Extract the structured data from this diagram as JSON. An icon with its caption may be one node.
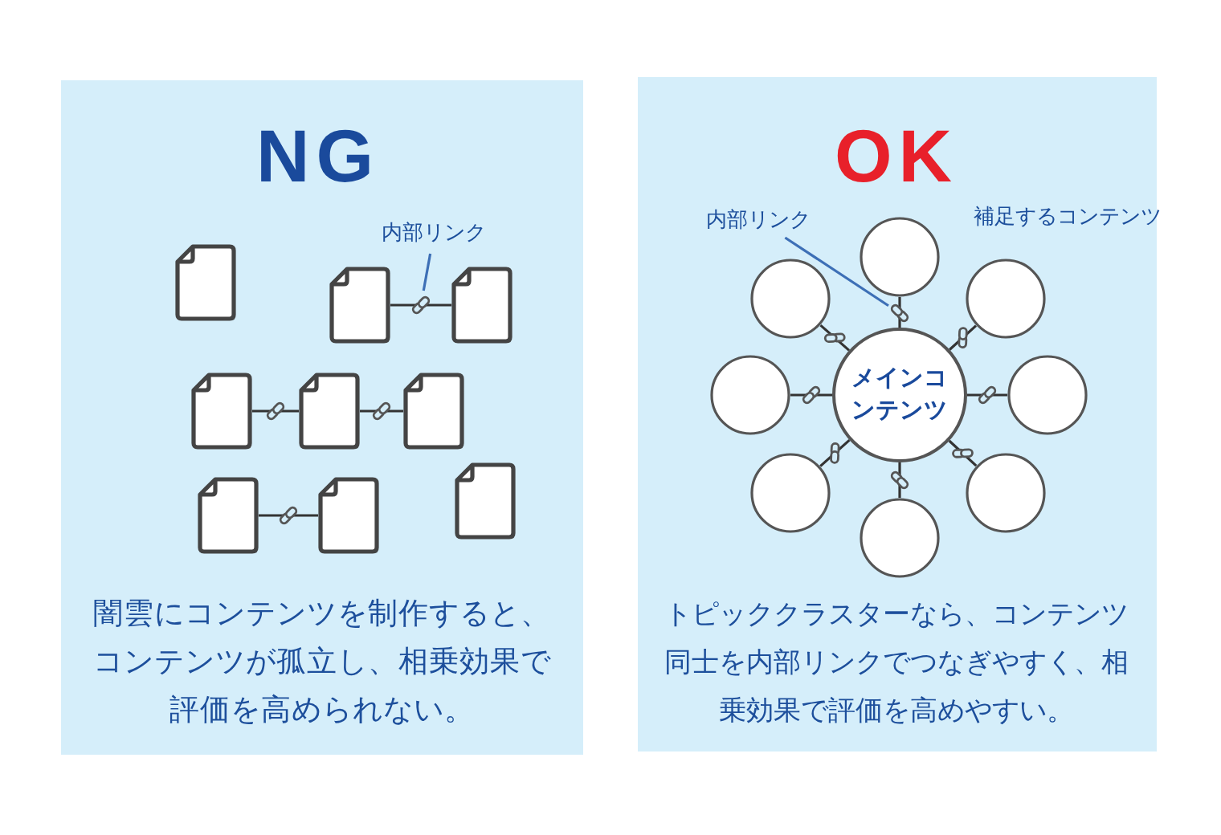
{
  "diagram": {
    "nodes": [
      {
        "text": [
          "NG",
          "闇雲にコンテンツを制作すると、コンテンツが孤立し、相乗効果で評価を高められない。"
        ]
      },
      {
        "text": [
          "内部リンク"
        ],
        "in": 0
      },
      {
        "text": [],
        "shape": "document",
        "in": 0
      },
      {
        "text": [],
        "shape": "document",
        "in": 0
      },
      {
        "text": [],
        "shape": "document",
        "in": 0
      },
      {
        "text": [],
        "shape": "document",
        "in": 0
      },
      {
        "text": [],
        "shape": "document",
        "in": 0
      },
      {
        "text": [],
        "shape": "document",
        "in": 0
      },
      {
        "text": [],
        "shape": "document",
        "in": 0
      },
      {
        "text": [],
        "shape": "document",
        "in": 0
      },
      {
        "text": [],
        "shape": "document",
        "in": 0
      },
      {
        "text": [
          "OK",
          "トピッククラスターなら、コンテンツ同士を内部リンクでつなぎやすく、相乗効果で評価を高めやすい。"
        ]
      },
      {
        "text": [
          "内部リンク"
        ],
        "in": 11
      },
      {
        "text": [
          "補足するコンテンツ"
        ],
        "in": 11
      },
      {
        "text": [
          "メインコンテンツ"
        ],
        "in": 11
      },
      {
        "text": [],
        "shape": "circle",
        "in": 11
      },
      {
        "text": [],
        "shape": "circle",
        "in": 11
      },
      {
        "text": [],
        "shape": "circle",
        "in": 11
      },
      {
        "text": [],
        "shape": "circle",
        "in": 11
      },
      {
        "text": [],
        "shape": "circle",
        "in": 11
      },
      {
        "text": [],
        "shape": "circle",
        "in": 11
      },
      {
        "text": [],
        "shape": "circle",
        "in": 11
      },
      {
        "text": [],
        "shape": "circle",
        "in": 11
      },
      {
        "text": [],
        "shape": "link",
        "in": 0
      },
      {
        "text": [],
        "shape": "link",
        "in": 11
      }
    ],
    "edges": [
      {
        "from": 3,
        "to": 4,
        "arrow": "none"
      },
      {
        "from": 5,
        "to": 6,
        "arrow": "none"
      },
      {
        "from": 6,
        "to": 7,
        "arrow": "none"
      },
      {
        "from": 8,
        "to": 9,
        "arrow": "none"
      },
      {
        "from": 1,
        "to": 23,
        "arrow": "none",
        "color": "#3d6fb6"
      },
      {
        "from": 14,
        "to": 15,
        "arrow": "none"
      },
      {
        "from": 14,
        "to": 16,
        "arrow": "none"
      },
      {
        "from": 14,
        "to": 17,
        "arrow": "none"
      },
      {
        "from": 14,
        "to": 18,
        "arrow": "none"
      },
      {
        "from": 14,
        "to": 19,
        "arrow": "none"
      },
      {
        "from": 14,
        "to": 20,
        "arrow": "none"
      },
      {
        "from": 14,
        "to": 21,
        "arrow": "none"
      },
      {
        "from": 14,
        "to": 22,
        "arrow": "none"
      },
      {
        "from": 12,
        "to": 24,
        "arrow": "none",
        "color": "#3d6fb6"
      }
    ]
  }
}
